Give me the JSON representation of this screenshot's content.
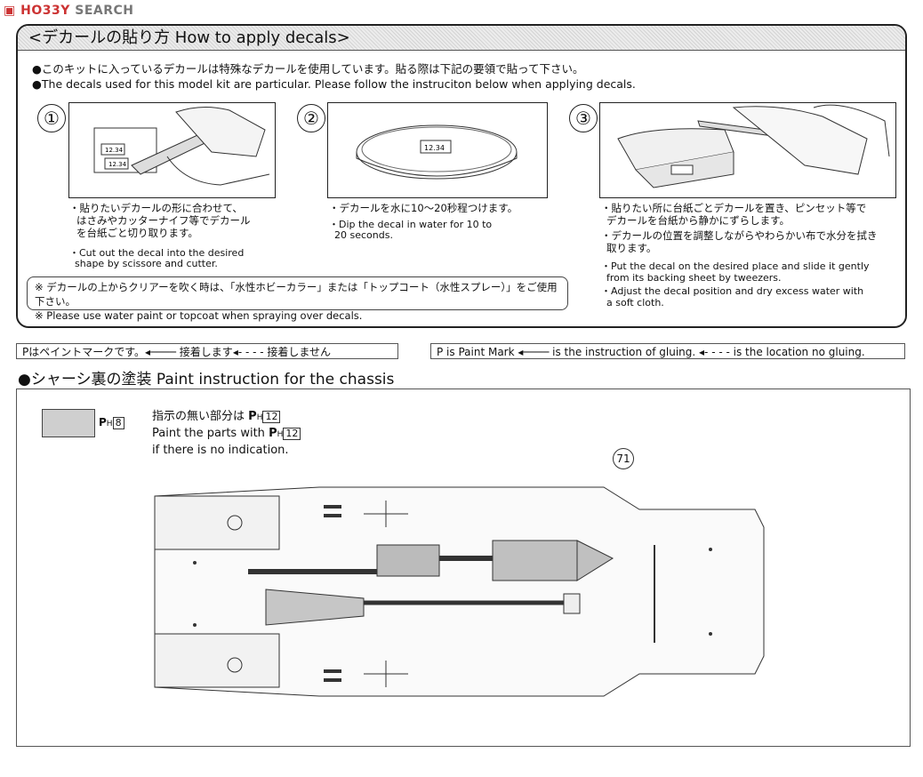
{
  "logo": {
    "part1": "HO33Y",
    "part2": " SEARCH"
  },
  "decal": {
    "title": "<デカールの貼り方 How to apply decals>",
    "bullet_jp": "●このキットに入っているデカールは特殊なデカールを使用しています。貼る際は下記の要領で貼って下さい。",
    "bullet_en": "●The decals used for this model kit are particular. Please follow the instruciton below when applying decals.",
    "steps": [
      {
        "num": "①",
        "jp": [
          "・貼りたいデカールの形に合わせて、",
          "はさみやカッターナイフ等でデカール",
          "を台紙ごと切り取ります。"
        ],
        "en": [
          "・Cut out the decal into the desired",
          "shape by scissore and cutter."
        ],
        "label": "12.34"
      },
      {
        "num": "②",
        "jp": [
          "・デカールを水に10〜20秒程つけます。"
        ],
        "en": [
          "・Dip the decal in water for 10 to",
          "20 seconds."
        ],
        "label": "12.34"
      },
      {
        "num": "③",
        "jp": [
          "・貼りたい所に台紙ごとデカールを置き、ピンセット等で",
          "デカールを台紙から静かにずらします。",
          "・デカールの位置を調整しながらやわらかい布で水分を拭き",
          "取ります。"
        ],
        "en": [
          "・Put the decal on the desired place and slide it gently",
          "from its backing sheet by tweezers.",
          "・Adjust the decal position and dry excess water with",
          "a soft cloth."
        ]
      }
    ],
    "note_jp": "※ デカールの上からクリアーを吹く時は、「水性ホビーカラー」または「トップコート（水性スプレー）」をご使用下さい。",
    "note_en": "※ Please use water paint or topcoat when spraying over decals."
  },
  "legend_jp": {
    "paint": "Pはペイントマークです。",
    "glue": "接着します",
    "noglue": "接着しません"
  },
  "legend_en": {
    "paint": "P is Paint Mark",
    "glue": "is the instruction of gluing.",
    "noglue": "is the location no gluing."
  },
  "chassis": {
    "title": "●シャーシ裏の塗装 Paint instruction for the chassis",
    "swatch_code": "8",
    "default_jp": "指示の無い部分は",
    "default_code": "12",
    "default_en1": "Paint the parts with",
    "default_en2": "if there is no indication.",
    "part_no": "71"
  }
}
